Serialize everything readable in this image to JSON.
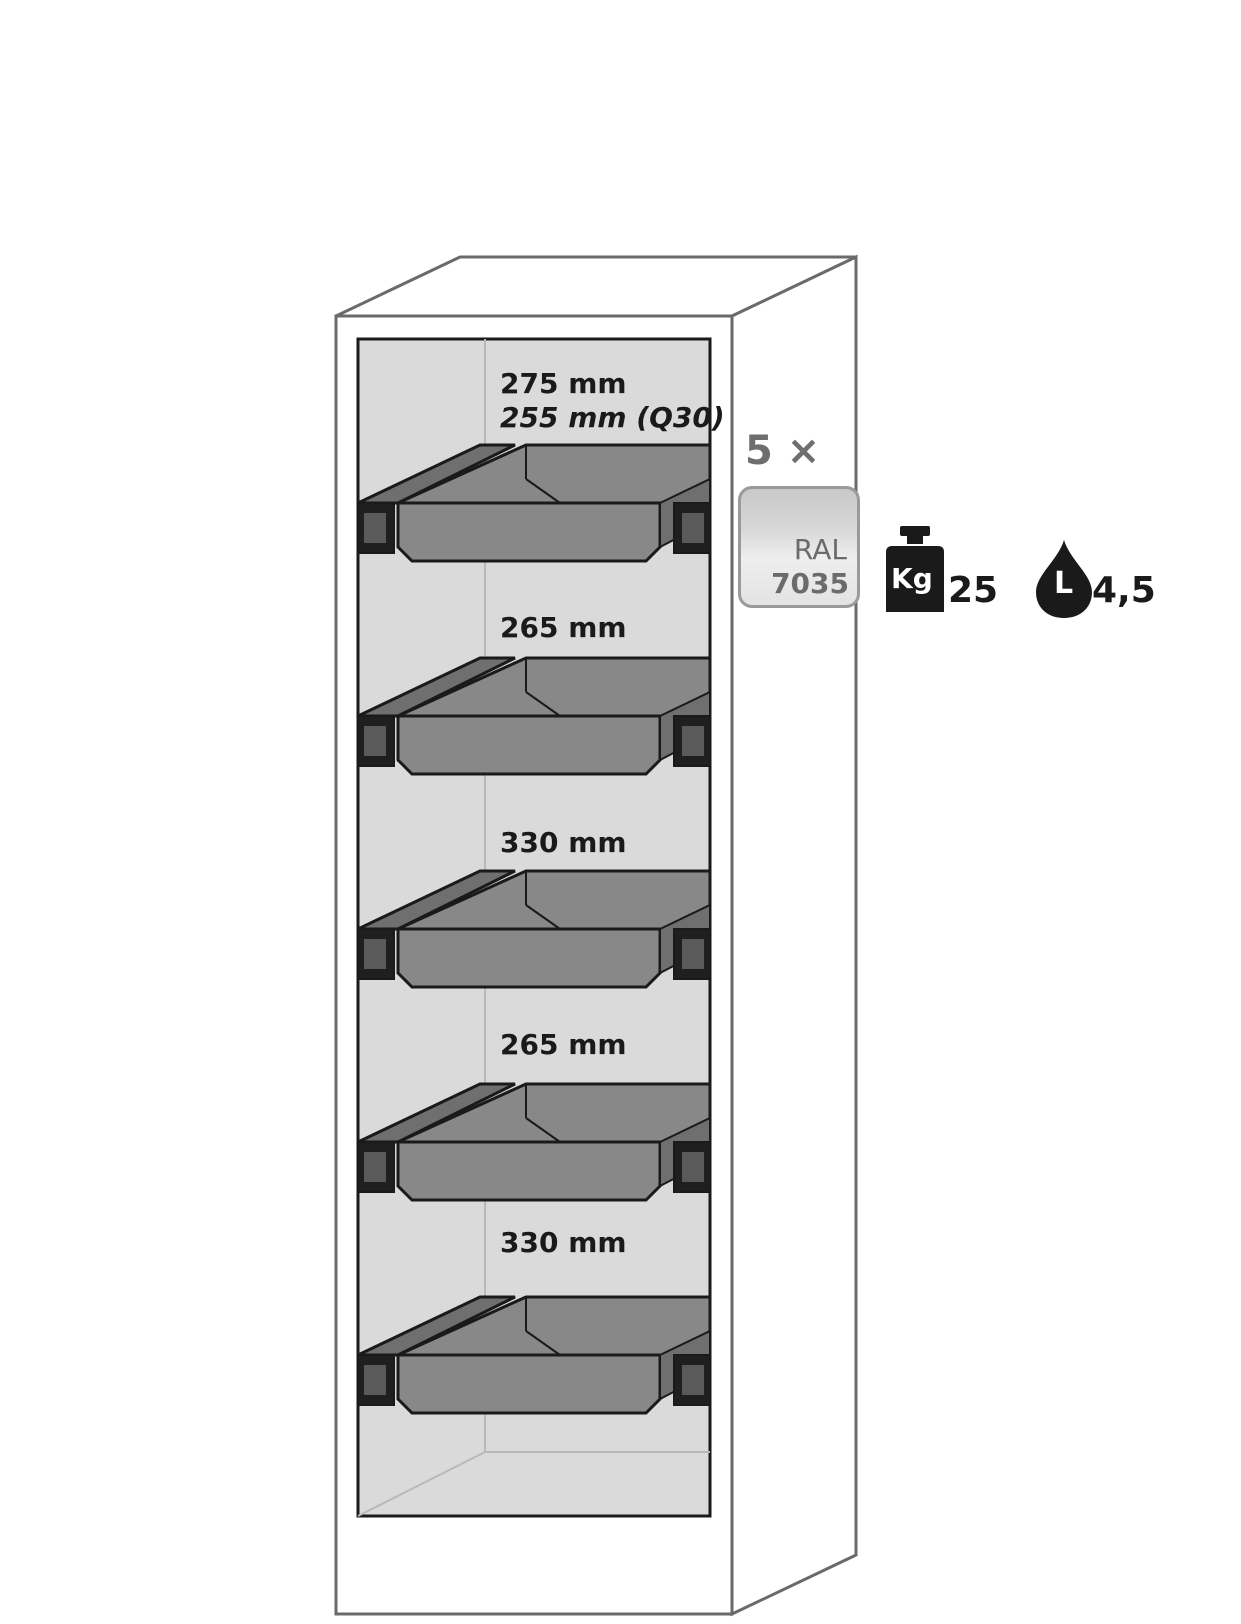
{
  "shelf_heights": [
    {
      "line1": "275 mm",
      "line2": "255 mm (Q30)"
    },
    {
      "line1": "265 mm"
    },
    {
      "line1": "330 mm"
    },
    {
      "line1": "265 mm"
    },
    {
      "line1": "330 mm"
    }
  ],
  "quantity": "5 ×",
  "ral": {
    "label": "RAL",
    "code": "7035",
    "swatch_color": "#d7d7d7"
  },
  "load": {
    "icon": "weight-icon",
    "unit": "Kg",
    "value": "25"
  },
  "capacity": {
    "icon": "drop-icon",
    "unit": "L",
    "value": "4,5"
  },
  "colors": {
    "outline": "#1a1a1a",
    "cabinet_line": "#6a6a6a",
    "interior": "#dadada",
    "tray": "#888888",
    "tray_dark": "#6f6f6f"
  }
}
